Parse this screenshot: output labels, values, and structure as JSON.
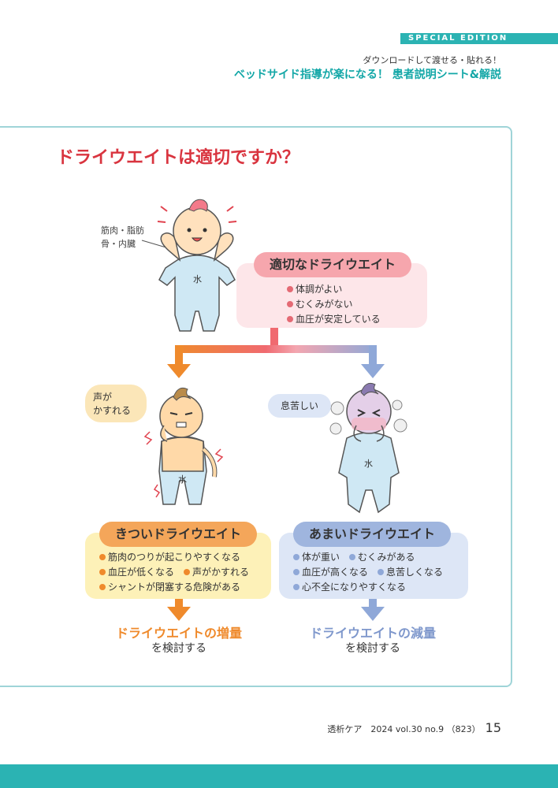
{
  "header": {
    "edition": "SPECIAL EDITION",
    "subtitle": "ダウンロードして渡せる・貼れる！",
    "title": "ベッドサイド指導が楽になる！ 患者説明シート&解説"
  },
  "main": {
    "title": "ドライウエイトは適切ですか？",
    "body_note": [
      "筋肉・脂肪",
      "骨・内臓"
    ],
    "water_label": "水",
    "appropriate": {
      "label": "適切なドライウエイト",
      "items": [
        "体調がよい",
        "むくみがない",
        "血圧が安定している"
      ]
    },
    "tight": {
      "bubble": [
        "声が",
        "かすれる"
      ],
      "label": "きついドライウエイト",
      "items_row1": [
        "筋肉のつりが起こりやすくなる"
      ],
      "items_row2": [
        "血圧が低くなる",
        "声がかすれる"
      ],
      "items_row3": [
        "シャントが閉塞する危険がある"
      ],
      "result_main": "ドライウエイトの増量",
      "result_sub": "を検討する"
    },
    "loose": {
      "bubble": "息苦しい",
      "label": "あまいドライウエイト",
      "items_row1": [
        "体が重い",
        "むくみがある"
      ],
      "items_row2": [
        "血圧が高くなる",
        "息苦しくなる"
      ],
      "items_row3": [
        "心不全になりやすくなる"
      ],
      "result_main": "ドライウエイトの減量",
      "result_sub": "を検討する"
    }
  },
  "footer": {
    "text": "透析ケア　2024 vol.30 no.9 （823）",
    "page": "15"
  },
  "colors": {
    "teal": "#2bb3b3",
    "title_red": "#d9343f",
    "appropriate_pink": "#f6a6ad",
    "tight_orange": "#ef8a2c",
    "loose_blue": "#8fa8d8"
  }
}
